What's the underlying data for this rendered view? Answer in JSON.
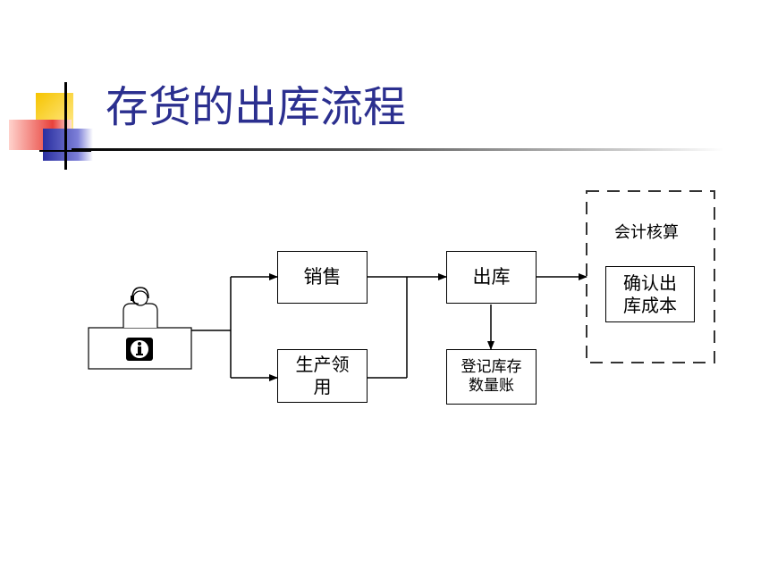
{
  "slide": {
    "title": "存货的出库流程"
  },
  "diagram": {
    "nodes": {
      "sales": "销售",
      "production": "生产领用",
      "outbound": "出库",
      "ledger": "登记库存数量账",
      "accounting_group": "会计核算",
      "confirm_cost": "确认出库成本"
    },
    "icons": {
      "operator": "person-with-headset-icon",
      "info": "info-icon"
    }
  },
  "colors": {
    "title": "#2b2f8f",
    "accent_yellow": "#f6c400",
    "accent_red": "#e8423c",
    "accent_blue": "#2a2fa0"
  }
}
